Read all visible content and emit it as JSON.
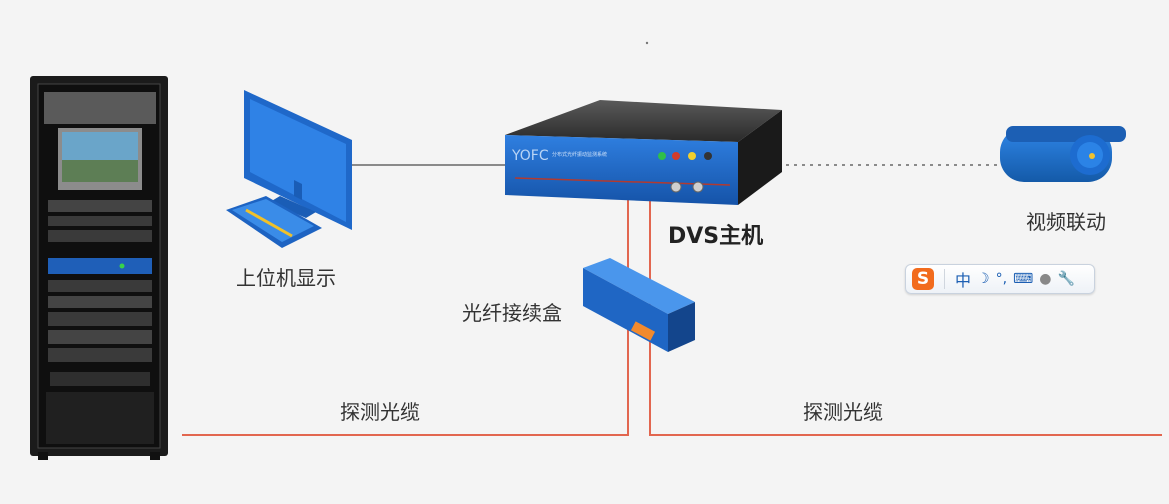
{
  "labels": {
    "monitor": "上位机显示",
    "dvs": "DVS主机",
    "camera": "视频联动",
    "splice_box": "光纤接续盒",
    "cable_left": "探测光缆",
    "cable_right": "探测光缆"
  },
  "dvs_unit": {
    "brand": "YOFC",
    "panel_text": "分布式光纤振动监测系统"
  },
  "ime_toolbar": {
    "logo": "S",
    "mode": "中",
    "icons": [
      "moon-icon",
      "punctuation-icon",
      "keyboard-icon",
      "user-icon",
      "wrench-icon"
    ]
  },
  "colors": {
    "fiber": "#e2664f",
    "device_blue": "#1f6fd1",
    "device_dark": "#2b2b2b",
    "link_gray": "#8a8a8a"
  }
}
